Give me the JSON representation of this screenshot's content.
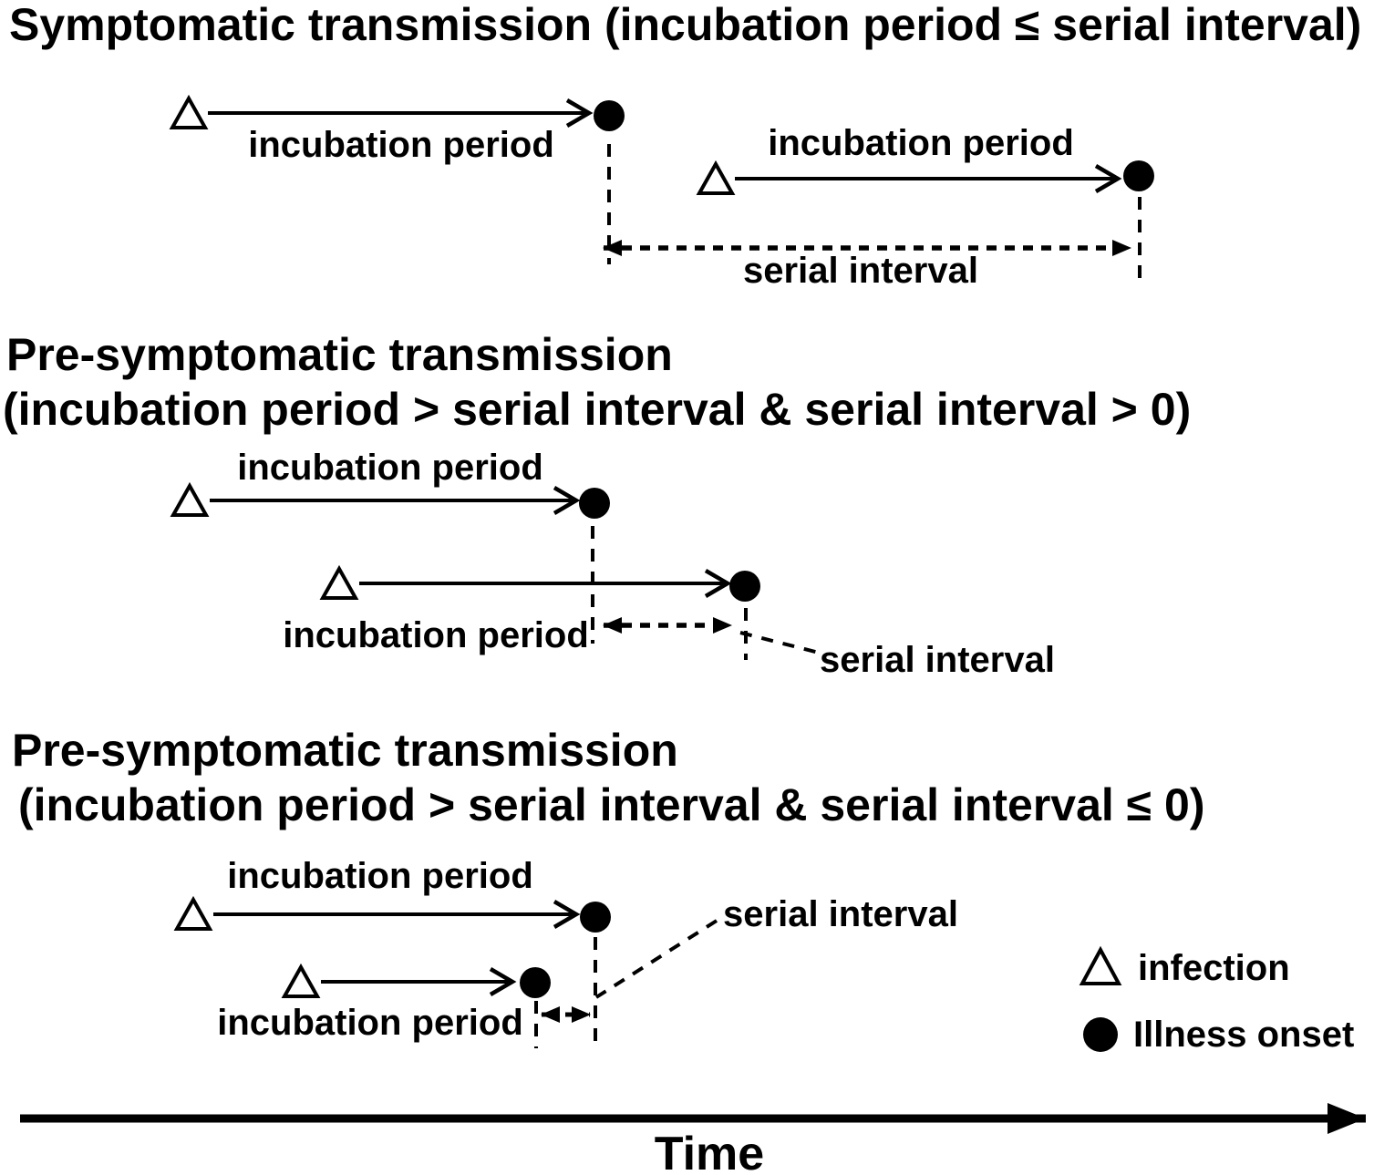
{
  "colors": {
    "background": "#ffffff",
    "ink": "#000000"
  },
  "panels": [
    {
      "id": "symptomatic",
      "title": "Symptomatic transmission (incubation period ≤ serial interval)",
      "infector_label": "incubation period",
      "infectee_label": "incubation period",
      "interval_label": "serial interval"
    },
    {
      "id": "presymptomatic-positive-serial-interval",
      "title_line1": "Pre-symptomatic transmission",
      "title_line2": "(incubation period > serial interval & serial interval > 0)",
      "infector_label": "incubation period",
      "infectee_label": "incubation period",
      "interval_label": "serial interval"
    },
    {
      "id": "presymptomatic-nonpositive-serial-interval",
      "title_line1": "Pre-symptomatic transmission",
      "title_line2": "(incubation period > serial interval & serial interval ≤ 0)",
      "infector_label": "incubation period",
      "infectee_label": "incubation period",
      "interval_label": "serial interval"
    }
  ],
  "legend": {
    "infection_label": "infection",
    "illness_onset_label": "Illness onset"
  },
  "time_axis": {
    "label": "Time"
  }
}
